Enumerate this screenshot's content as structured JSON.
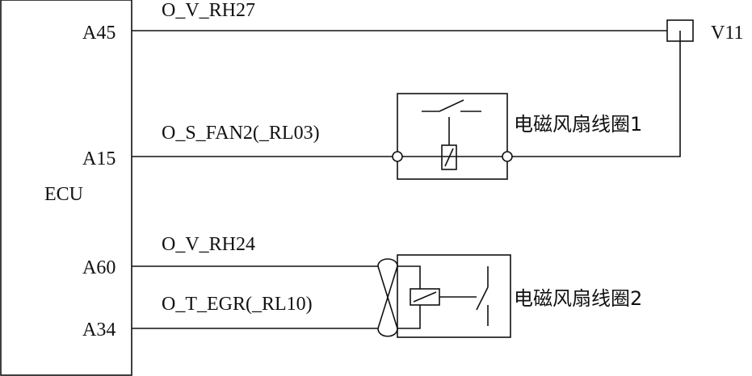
{
  "ecu": {
    "label": "ECU",
    "pins": {
      "a45": "A45",
      "a15": "A15",
      "a60": "A60",
      "a34": "A34"
    }
  },
  "signals": {
    "a45": "O_V_RH27",
    "a15": "O_S_FAN2(_RL03)",
    "a60": "O_V_RH24",
    "a34": "O_T_EGR(_RL10)"
  },
  "connector_label": "V11",
  "relay1_label": "电磁风扇线圈1",
  "relay2_label": "电磁风扇线圈2",
  "colors": {
    "line": "#111111",
    "background": "#ffffff"
  }
}
